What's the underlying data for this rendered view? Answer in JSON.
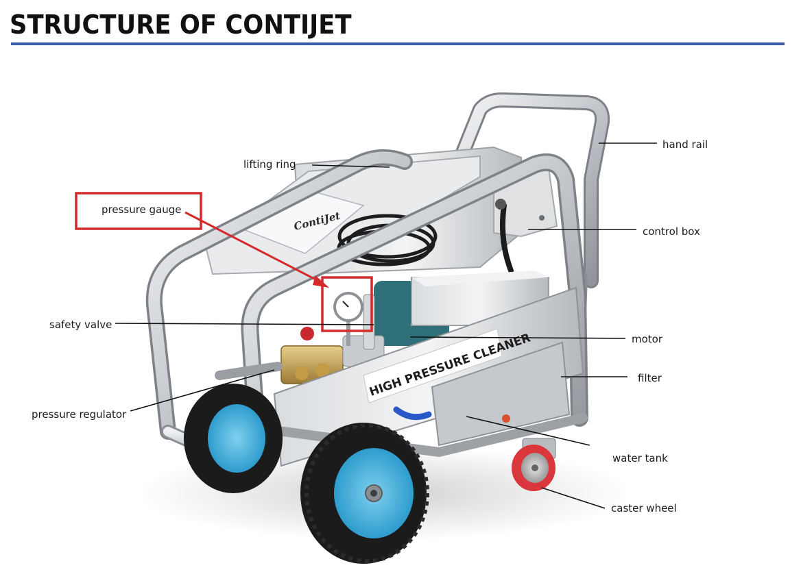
{
  "page": {
    "title": "STRUCTURE OF CONTIJET",
    "accent_color": "#3b5cab",
    "highlight_color": "#d42a2a"
  },
  "machine": {
    "brand_plate": "ContiJet",
    "side_panel_text": "HIGH PRESSURE CLEANER"
  },
  "callouts": [
    {
      "id": "hand-rail",
      "label": "hand rail"
    },
    {
      "id": "lifting-ring",
      "label": "lifting ring"
    },
    {
      "id": "pressure-gauge",
      "label": "pressure gauge"
    },
    {
      "id": "control-box",
      "label": "control box"
    },
    {
      "id": "safety-valve",
      "label": "safety valve"
    },
    {
      "id": "motor",
      "label": "motor"
    },
    {
      "id": "filter",
      "label": "filter"
    },
    {
      "id": "pressure-regulator",
      "label": "pressure regulator"
    },
    {
      "id": "water-tank",
      "label": "water tank"
    },
    {
      "id": "caster-wheel",
      "label": "caster wheel"
    }
  ]
}
